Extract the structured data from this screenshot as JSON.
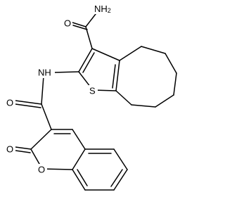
{
  "atom_labels": {
    "amide_nh2": "NH",
    "amide_nh2_subscript": "2",
    "amide_o": "O",
    "nh": "NH",
    "thiophene_s": "S",
    "carbonyl_o": "O",
    "lactone_carbonyl_o": "O",
    "ring_o": "O"
  },
  "colors": {
    "bond": "#000000",
    "label": "#000000",
    "background": "#ffffff"
  }
}
